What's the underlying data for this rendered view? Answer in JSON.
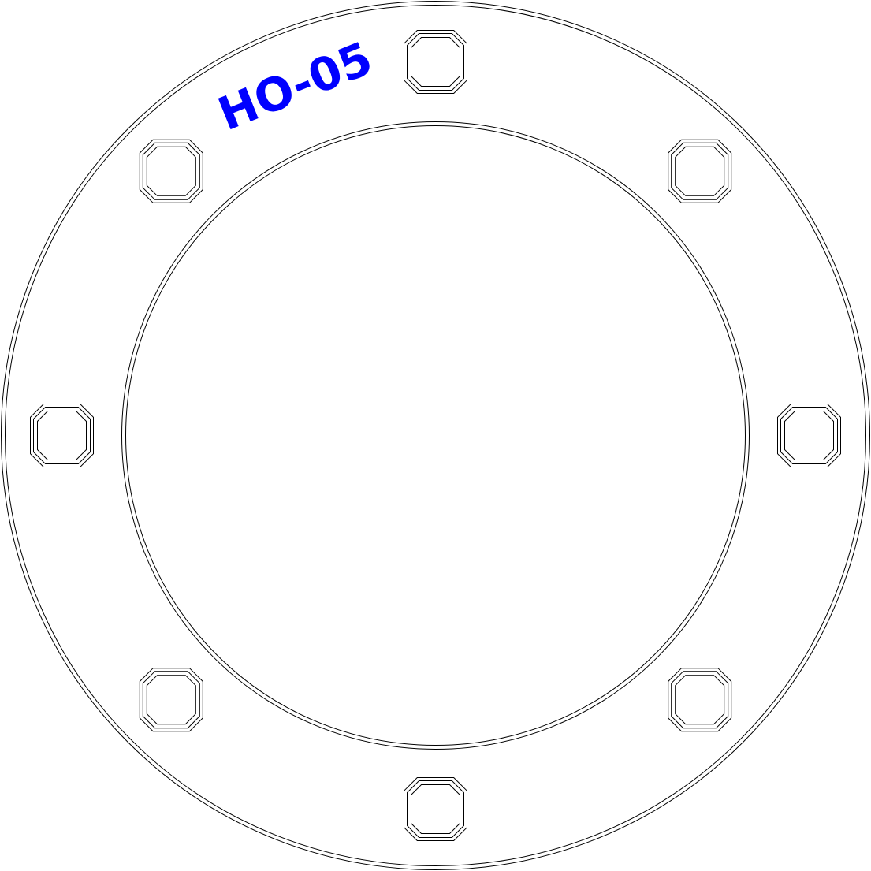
{
  "drawing": {
    "label": "HO-05",
    "label_color": "#0000ff",
    "line_color": "#000000",
    "background": "#ffffff",
    "bolt_hole_count": 8,
    "bolt_hole_shape": "octagon"
  }
}
